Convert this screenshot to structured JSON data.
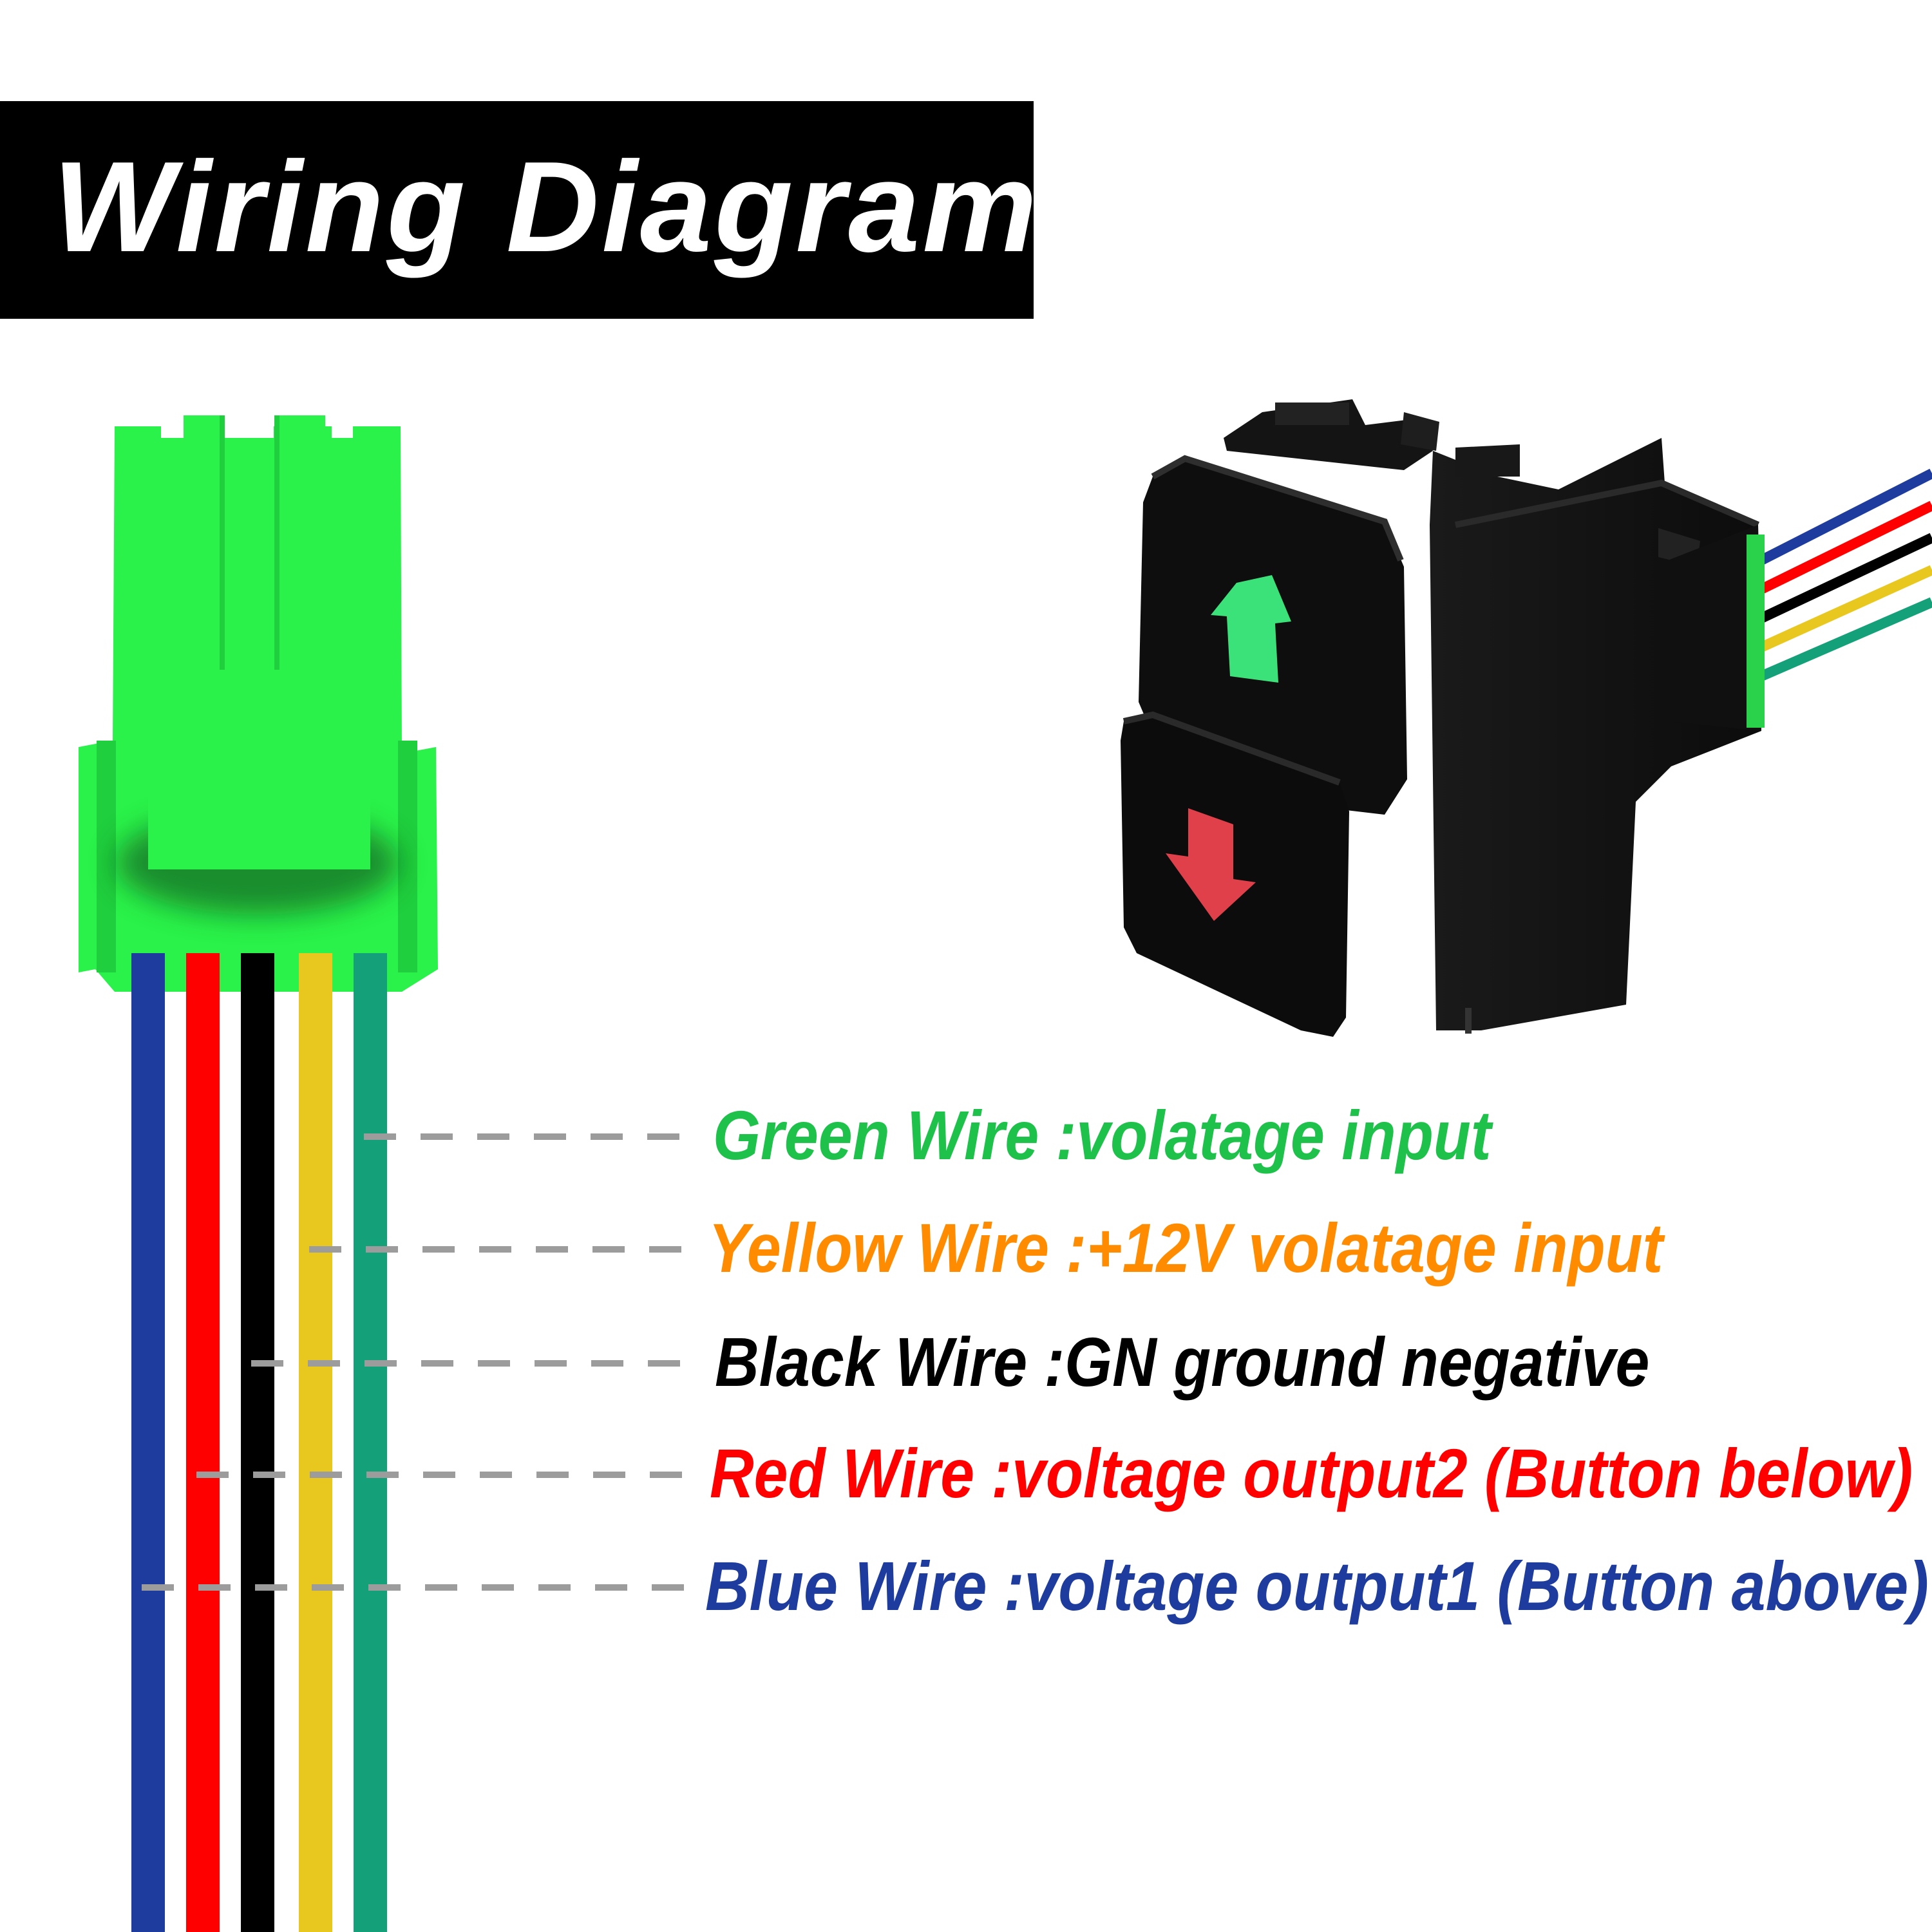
{
  "title": "Wiring Diagram",
  "connector": {
    "color": "#2af24a"
  },
  "switch": {
    "upper_button_icon": "arrow-up-icon",
    "lower_button_icon": "arrow-down-icon",
    "upper_icon_color": "#3be27a",
    "lower_icon_color": "#e0404a"
  },
  "wires": [
    {
      "key": "green",
      "color": "#14a078",
      "text": "Green Wire :volatage input",
      "text_color": "#1ec24a"
    },
    {
      "key": "yellow",
      "color": "#e8c81e",
      "text": "Yellow Wire :+12V volatage input",
      "text_color": "#ff8c00"
    },
    {
      "key": "black",
      "color": "#000000",
      "text": "Black Wire :GN ground negative",
      "text_color": "#000000"
    },
    {
      "key": "red",
      "color": "#ff0000",
      "text": "Red Wire :voltage output2 (Button below)",
      "text_color": "#ff0000"
    },
    {
      "key": "blue",
      "color": "#1e3c9e",
      "text": "Blue Wire :voltage output1 (Button above)",
      "text_color": "#1e3c9e"
    }
  ]
}
